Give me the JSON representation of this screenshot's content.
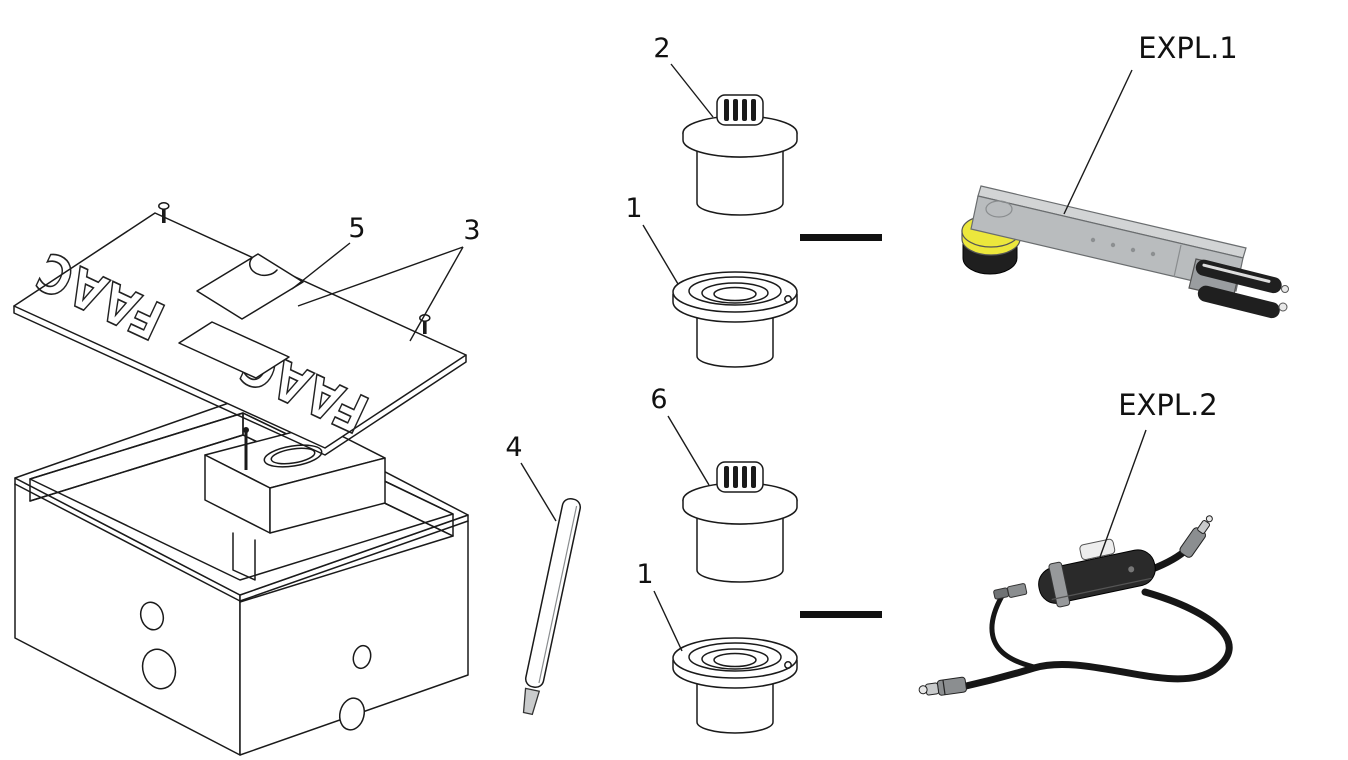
{
  "callouts": {
    "item2": "2",
    "item1_top": "1",
    "item5": "5",
    "item3": "3",
    "item4": "4",
    "item6": "6",
    "item1_bottom": "1"
  },
  "labels": {
    "expl1": "EXPL.1",
    "expl2": "EXPL.2"
  },
  "lid": {
    "brand_text_upper": "FAAC",
    "brand_text_lower": "FAAC"
  },
  "colors": {
    "line": "#1a1a1a",
    "highlight_yellow": "#ece73c",
    "arm_gray": "#b9bcbe",
    "dark_part": "#1f1f1f",
    "background": "#ffffff"
  }
}
